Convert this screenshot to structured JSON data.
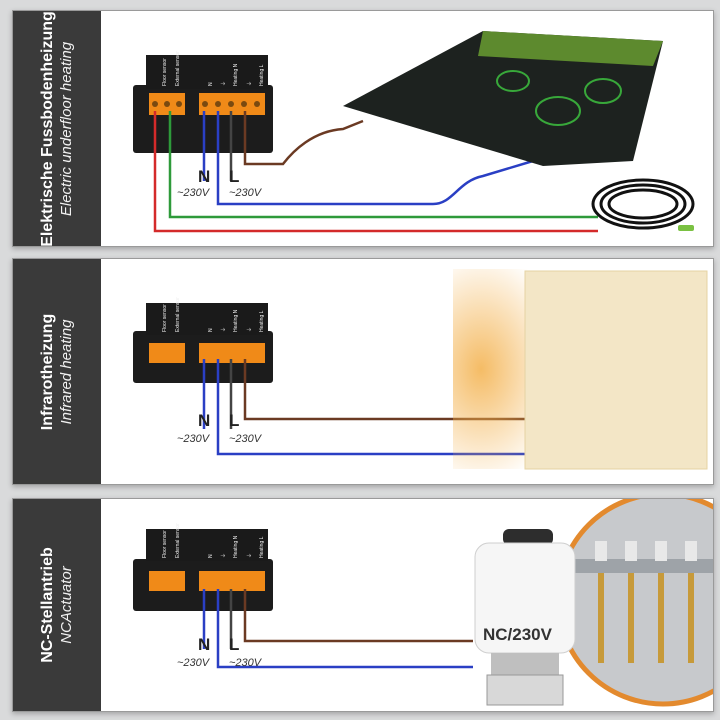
{
  "panels": [
    {
      "title_de": "Elektrische Fussbodenheizung",
      "title_en": "Electric underfloor heating",
      "terminal_labels": [
        "Floor sensor",
        "External sensor",
        "N",
        "⏚",
        "Heating N",
        "⏚",
        "Heating L"
      ],
      "n_label": "N",
      "l_label": "L",
      "n_voltage": "~230V",
      "l_voltage": "~230V",
      "device": "heating-film"
    },
    {
      "title_de": "Infrarotheizung",
      "title_en": "Infrared heating",
      "terminal_labels": [
        "Floor sensor",
        "External sensor",
        "N",
        "⏚",
        "Heating N",
        "⏚",
        "Heating L"
      ],
      "n_label": "N",
      "l_label": "L",
      "n_voltage": "~230V",
      "l_voltage": "~230V",
      "device": "infrared-panel"
    },
    {
      "title_de": "NC-Stellantrieb",
      "title_en": "NCActuator",
      "terminal_labels": [
        "Floor sensor",
        "External sensor",
        "N",
        "⏚",
        "Heating N",
        "⏚",
        "Heating L"
      ],
      "n_label": "N",
      "l_label": "L",
      "n_voltage": "~230V",
      "l_voltage": "~230V",
      "device": "nc-actuator",
      "actuator_label": "NC/230V"
    }
  ],
  "colors": {
    "wire_red": "#d42a2a",
    "wire_green": "#2e9a3a",
    "wire_blue": "#2a3fc4",
    "wire_brown": "#6b3a23",
    "terminal_orange": "#f08a18",
    "sidebar": "#3a3a3a"
  }
}
